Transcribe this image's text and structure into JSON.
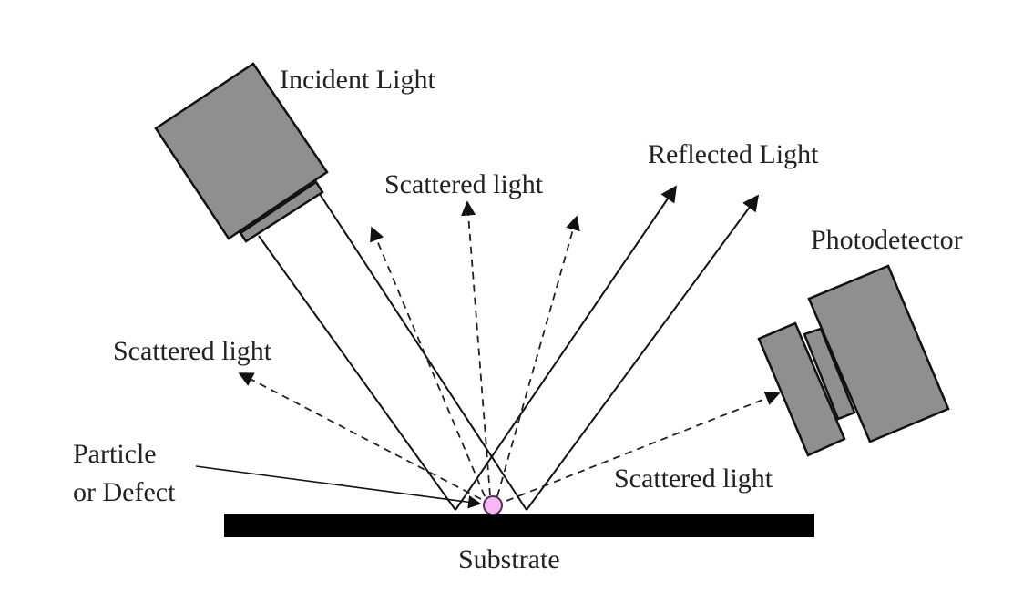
{
  "labels": {
    "incident": "Incident Light",
    "scattered_top": "Scattered light",
    "reflected": "Reflected Light",
    "photodetector": "Photodetector",
    "scattered_left": "Scattered light",
    "particle_line1": "Particle",
    "particle_line2": "or Defect",
    "scattered_right": "Scattered light",
    "substrate": "Substrate"
  },
  "colors": {
    "particle": "#f5b8f2",
    "housing": "#8f8f8f",
    "substrate": "#000000"
  }
}
